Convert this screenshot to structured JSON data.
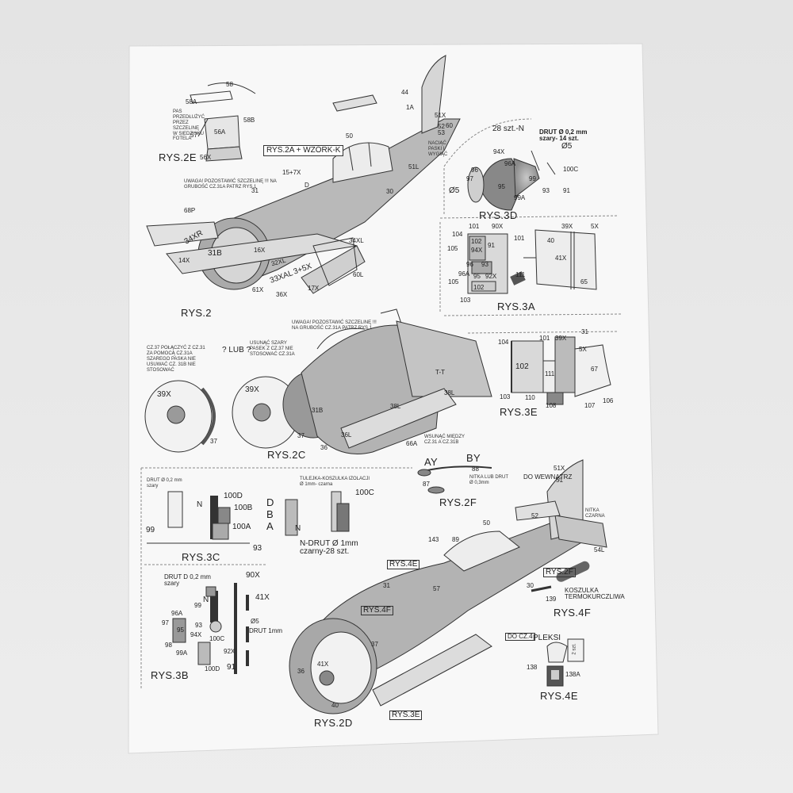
{
  "colors": {
    "background": "#e9e9e9",
    "paper": "#f7f7f7",
    "part_gray": "#b3b3b3",
    "line": "#2a2a2a"
  },
  "figures": {
    "rys2e": {
      "title": "RYS.2E",
      "parts": [
        "58",
        "58A",
        "58B",
        "57",
        "56X",
        "56A"
      ],
      "note": "PAS PRZEDŁUŻYĆ PRZEZ SZCZELINĘ W SIEDZISKU FOTELA"
    },
    "rys2": {
      "title": "RYS.2",
      "badge": "RYS.2A + WZÓRK-K",
      "note": "UWAGA! POZOSTAWIĆ SZCZELINĘ !!! NA GRUBOŚĆ CZ.31A PATRZ RYS.1",
      "parts": [
        "50",
        "44",
        "1A",
        "51X",
        "52",
        "53",
        "60",
        "51L",
        "31",
        "30",
        "15+7X",
        "D",
        "34XR",
        "31B",
        "32XL",
        "33XAL",
        "3+5X",
        "34XL",
        "60L",
        "68P",
        "14X",
        "16X",
        "36X",
        "17X",
        "61X"
      ],
      "right_note": "NACIĄĆ PASKI I WYGIĄĆ"
    },
    "rys3d": {
      "title": "RYS.3D",
      "header": "28 szt.-N",
      "wire": "DRUT Ø 0,2 mm szary- 14 szt.",
      "parts": [
        "94X",
        "96",
        "97",
        "96A",
        "99",
        "100C",
        "93",
        "91",
        "95",
        "99A",
        "Ø5",
        "Ø5"
      ]
    },
    "rys3a": {
      "title": "RYS.3A",
      "parts": [
        "101",
        "90X",
        "101",
        "104",
        "102",
        "94X",
        "91",
        "105",
        "96",
        "93",
        "96A",
        "95",
        "92X",
        "111",
        "102",
        "105",
        "103",
        "39X",
        "5X",
        "40",
        "41X",
        "65"
      ]
    },
    "rys2c": {
      "title": "RYS.2C",
      "note1": "CZ.37 POŁĄCZYĆ Z CZ.31 ZA POMOCĄ CZ.31A SZAREGO PASKA NIE USUWAĆ CZ. 31B NIE STOSOWAĆ",
      "lub": "? LUB ?",
      "note2": "USUNĄĆ SZARY PASEK Z CZ.37 NIE STOSOWAĆ CZ.31A",
      "note3": "UWAGA! POZOSTAWIĆ SZCZELINĘ !!! NA GRUBOŚĆ CZ.31A PATRZ RYS.1",
      "parts": [
        "39X",
        "37",
        "39X",
        "31B",
        "37",
        "36",
        "38L",
        "36L",
        "38L",
        "66A",
        "T-T"
      ],
      "bottom_note": "WSUNĄĆ MIĘDZY CZ.31 A CZ.31B"
    },
    "rys3e": {
      "title": "RYS.3E",
      "parts": [
        "104",
        "101",
        "39X",
        "31",
        "5X",
        "102",
        "111",
        "67",
        "110",
        "108",
        "107",
        "106",
        "103"
      ]
    },
    "rys2f": {
      "title": "RYS.2F",
      "ay": "AY",
      "by": "BY",
      "parts": [
        "87",
        "88"
      ],
      "note": "NITKA LUB DRUT Ø 0,3mm"
    },
    "rys3c": {
      "title": "RYS.3C",
      "wire": "DRUT Ø 0,2 mm szary",
      "sleeve": "TULEJKA-KOSZULKA IZOLACJI Ø 1mm- czarna",
      "parts": [
        "100D",
        "100B",
        "100A",
        "100C",
        "99",
        "93",
        "N",
        "N",
        "D",
        "B",
        "A"
      ],
      "ndrut": "N-DRUT Ø 1mm czarny-28 szt."
    },
    "rys3b": {
      "title": "RYS.3B",
      "wire": "DRUT D 0,2 mm szary",
      "parts": [
        "99",
        "N",
        "90X",
        "41X",
        "96A",
        "97",
        "95",
        "93",
        "94X",
        "98",
        "99A",
        "100C",
        "92X",
        "100D",
        "91",
        "Ø5"
      ],
      "drut": "DRUT 1mm"
    },
    "rys2d": {
      "title": "RYS.2D",
      "parts": [
        "50",
        "52",
        "143",
        "89",
        "57",
        "31",
        "37",
        "41X",
        "36",
        "40"
      ],
      "tag": "RYS.3E",
      "callouts": [
        "RYS.4E",
        "RYS.4F"
      ],
      "inside": "DO WEWNĄTRZ",
      "part51": "51X",
      "part51b": "51",
      "part54": "54L",
      "nitka": "NITKA CZARNA"
    },
    "rys4f": {
      "title": "RYS.4F",
      "callout": "RYS.2F",
      "parts": [
        "30",
        "139"
      ],
      "sleeve": "KOSZULKA TERMOKURCZLIWA"
    },
    "rys4e": {
      "title": "RYS.4E",
      "callout": "DO CZ.4",
      "pleksi": "PLEKSI",
      "parts": [
        "138",
        "138A"
      ],
      "stamp": "2 szt."
    }
  }
}
